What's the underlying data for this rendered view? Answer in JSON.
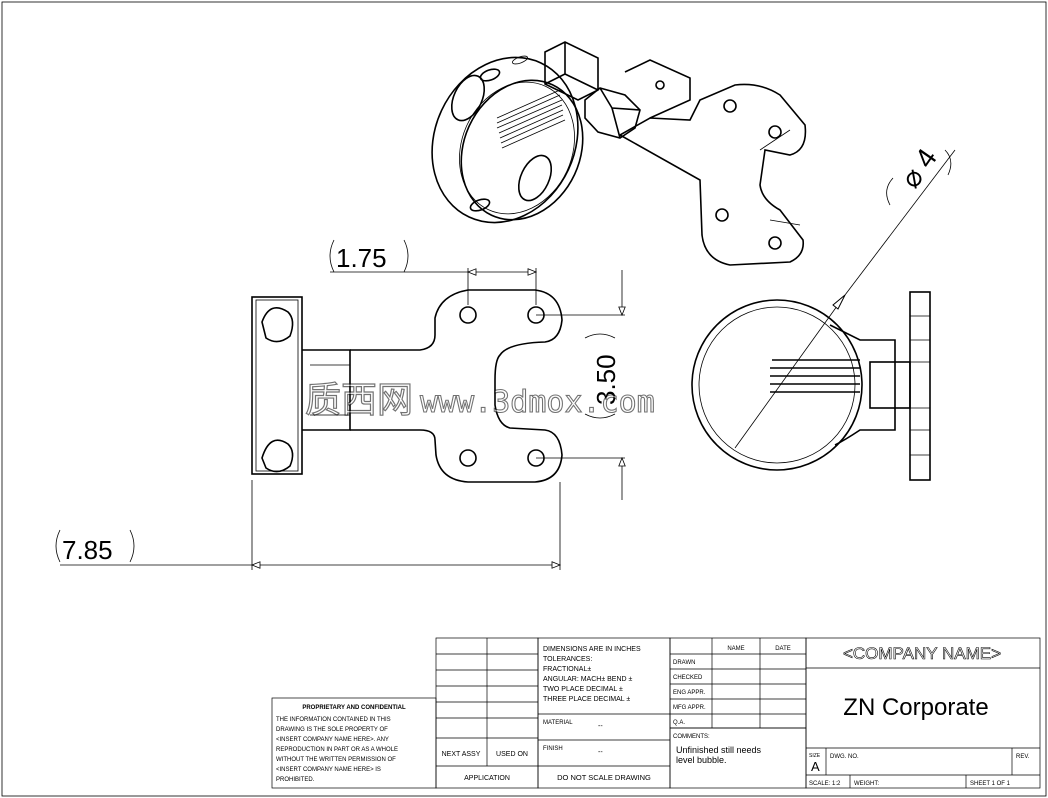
{
  "dimensions": {
    "width_175": "1.75",
    "height_350": "3.50",
    "length_785": "7.85",
    "diameter_4": "⌀ 4"
  },
  "watermark": {
    "chinese": "质西网",
    "url": "www.3dmox.com"
  },
  "title_block": {
    "company_placeholder": "<COMPANY NAME>",
    "company_name": "ZN Corporate",
    "tolerance_notes": [
      "DIMENSIONS ARE IN INCHES",
      "TOLERANCES:",
      "FRACTIONAL±",
      "ANGULAR: MACH±   BEND ±",
      "TWO PLACE DECIMAL   ±",
      "THREE PLACE DECIMAL  ±"
    ],
    "name_header": "NAME",
    "date_header": "DATE",
    "roles": [
      "DRAWN",
      "CHECKED",
      "ENG APPR.",
      "MFG APPR.",
      "Q.A."
    ],
    "material_label": "MATERIAL",
    "material_value": "--",
    "finish_label": "FINISH",
    "finish_value": "--",
    "comments_label": "COMMENTS:",
    "comments_text_1": "Unfinished still needs",
    "comments_text_2": "level bubble.",
    "next_assy": "NEXT ASSY",
    "used_on": "USED ON",
    "application": "APPLICATION",
    "do_not_scale": "DO NOT SCALE DRAWING",
    "size_label": "SIZE",
    "size_value": "A",
    "dwg_no_label": "DWG.  NO.",
    "rev_label": "REV.",
    "scale_label": "SCALE: 1:2",
    "weight_label": "WEIGHT:",
    "sheet_label": "SHEET 1 OF 1",
    "proprietary_title": "PROPRIETARY AND CONFIDENTIAL",
    "proprietary_lines": [
      "THE INFORMATION CONTAINED IN THIS",
      "DRAWING IS THE SOLE PROPERTY OF",
      "<INSERT COMPANY NAME HERE>. ANY",
      "REPRODUCTION IN PART OR AS A WHOLE",
      "WITHOUT THE WRITTEN PERMISSION OF",
      "<INSERT COMPANY NAME HERE> IS",
      "PROHIBITED."
    ]
  }
}
